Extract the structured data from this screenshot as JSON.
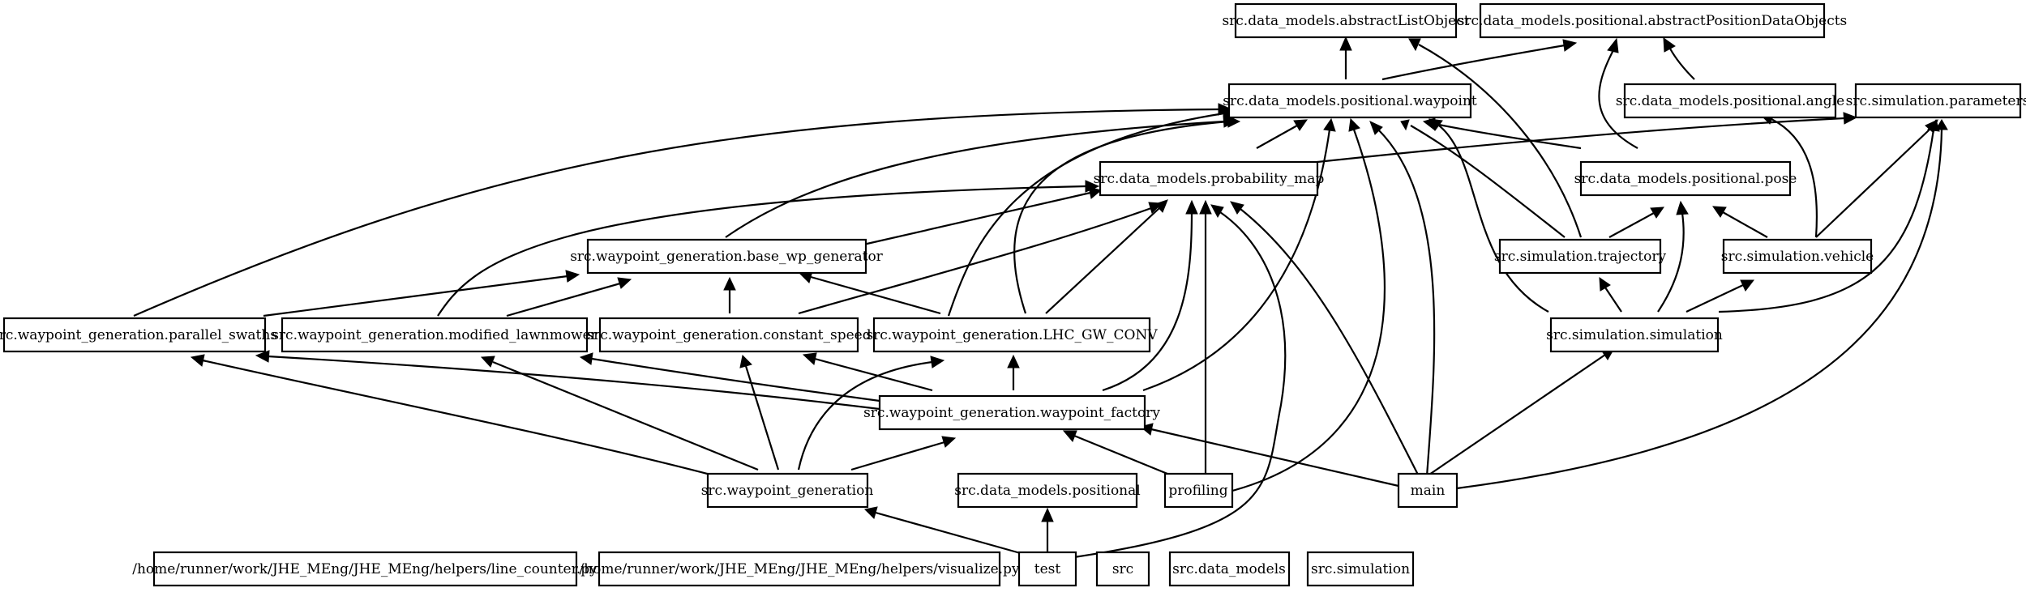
{
  "nodes": {
    "abstract_list_object": "src.data_models.abstractListObject",
    "abstract_position_data_objects": "src.data_models.positional.abstractPositionDataObjects",
    "waypoint": "src.data_models.positional.waypoint",
    "angle": "src.data_models.positional.angle",
    "parameters": "src.simulation.parameters",
    "probability_map": "src.data_models.probability_map",
    "pose": "src.data_models.positional.pose",
    "base_wp_generator": "src.waypoint_generation.base_wp_generator",
    "trajectory": "src.simulation.trajectory",
    "vehicle": "src.simulation.vehicle",
    "parallel_swaths": "src.waypoint_generation.parallel_swaths",
    "modified_lawnmower": "src.waypoint_generation.modified_lawnmower",
    "constant_speed": "src.waypoint_generation.constant_speed",
    "lhc_gw_conv": "src.waypoint_generation.LHC_GW_CONV",
    "simulation": "src.simulation.simulation",
    "waypoint_factory": "src.waypoint_generation.waypoint_factory",
    "waypoint_generation": "src.waypoint_generation",
    "positional": "src.data_models.positional",
    "profiling": "profiling",
    "main": "main",
    "line_counter": "/home/runner/work/JHE_MEng/JHE_MEng/helpers/line_counter.py",
    "visualize": "/home/runner/work/JHE_MEng/JHE_MEng/helpers/visualize.py",
    "test": "test",
    "src": "src",
    "data_models": "src.data_models",
    "simulation_pkg": "src.simulation"
  }
}
